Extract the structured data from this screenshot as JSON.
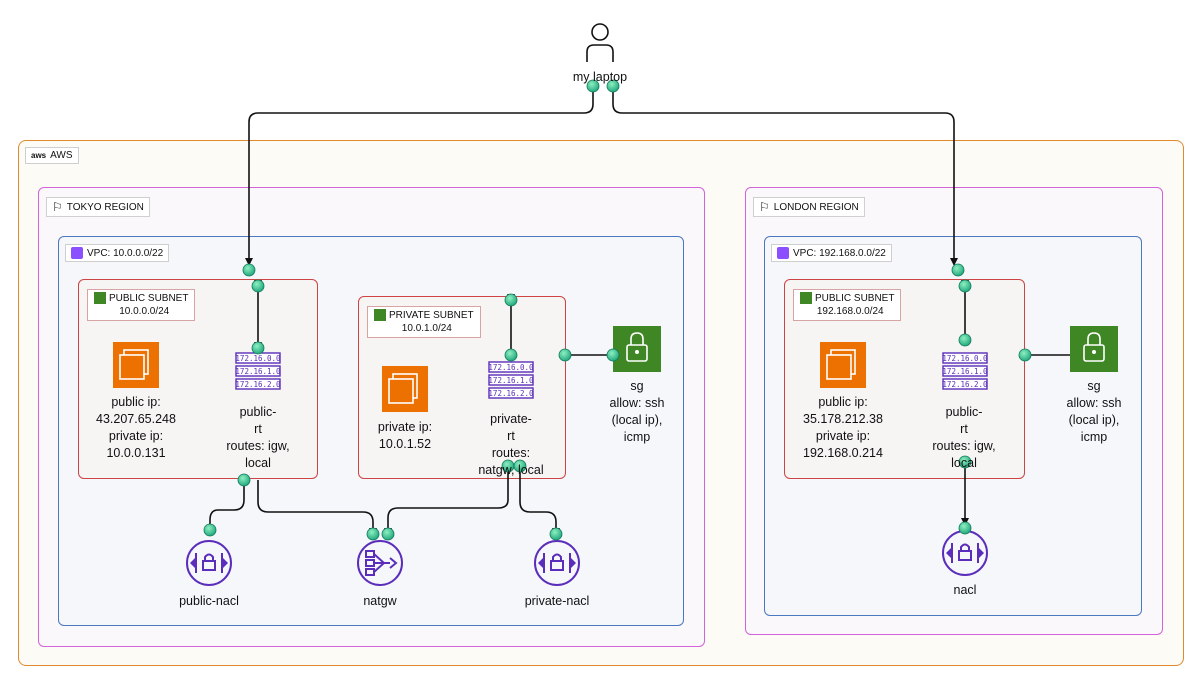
{
  "user": {
    "label": "my laptop"
  },
  "aws": {
    "label": "AWS",
    "logo": "aws"
  },
  "tokyo": {
    "label": "TOKYO REGION",
    "vpc": {
      "label": "VPC: 10.0.0.0/22"
    },
    "public_subnet": {
      "label": "PUBLIC SUBNET",
      "cidr": "10.0.0.0/24"
    },
    "private_subnet": {
      "label": "PRIVATE SUBNET",
      "cidr": "10.0.1.0/24"
    },
    "public_instance": {
      "line1": "public ip:",
      "line2": "43.207.65.248",
      "line3": "private ip:",
      "line4": "10.0.0.131"
    },
    "private_instance": {
      "line1": "private ip:",
      "line2": "10.0.1.52"
    },
    "public_rt": {
      "line1": "public-",
      "line2": "rt",
      "line3": "routes: igw,",
      "line4": "local"
    },
    "private_rt": {
      "line1": "private-",
      "line2": "rt",
      "line3": "routes:",
      "line4": "natgw, local"
    },
    "sg": {
      "line1": "sg",
      "line2": "allow: ssh",
      "line3": "(local ip),",
      "line4": "icmp"
    },
    "public_nacl": {
      "label": "public-nacl"
    },
    "natgw": {
      "label": "natgw"
    },
    "private_nacl": {
      "label": "private-nacl"
    }
  },
  "london": {
    "label": "LONDON REGION",
    "vpc": {
      "label": "VPC: 192.168.0.0/22"
    },
    "public_subnet": {
      "label": "PUBLIC SUBNET",
      "cidr": "192.168.0.0/24"
    },
    "instance": {
      "line1": "public ip:",
      "line2": "35.178.212.38",
      "line3": "private ip:",
      "line4": "192.168.0.214"
    },
    "public_rt": {
      "line1": "public-",
      "line2": "rt",
      "line3": "routes: igw,",
      "line4": "local"
    },
    "sg": {
      "line1": "sg",
      "line2": "allow: ssh",
      "line3": "(local ip),",
      "line4": "icmp"
    },
    "nacl": {
      "label": "nacl"
    }
  },
  "route_table_rows": [
    "172.16.0.0",
    "172.16.1.0",
    "172.16.2.0"
  ],
  "colors": {
    "aws": "#e08a2c",
    "region": "#d263d8",
    "vpc": "#4b78be",
    "subnet": "#cc4444",
    "compute": "#ed7100",
    "security": "#3f8624",
    "network": "#5a2dba",
    "connector": "#2ecc8f"
  }
}
